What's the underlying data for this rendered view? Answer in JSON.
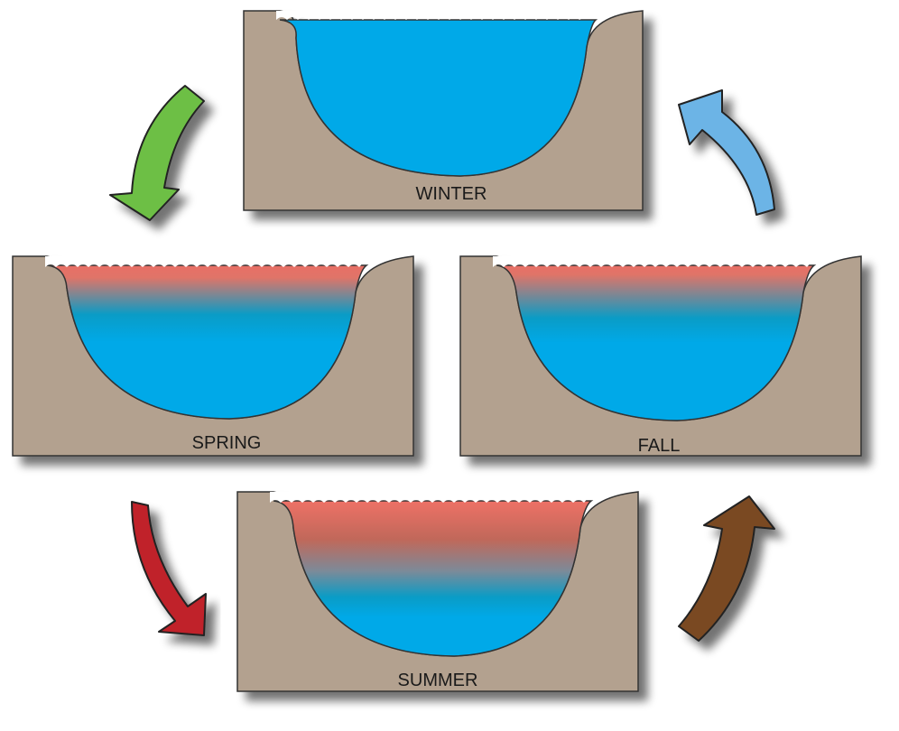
{
  "colors": {
    "ground": "#b3a18f",
    "outline": "#333333",
    "cold_water": "#00a9e8",
    "deep_water": "#0a9cc6",
    "warm_water": "#e86f66",
    "mid_water": "#c0685a",
    "arrow_green": "#6dbf44",
    "arrow_red": "#c0202a",
    "arrow_brown": "#7a4a22",
    "arrow_blue": "#6cb4e6"
  },
  "seasons": {
    "winter": {
      "label": "WINTER",
      "warm_layer_fraction": 0.0
    },
    "spring": {
      "label": "SPRING",
      "warm_layer_fraction": 0.25
    },
    "summer": {
      "label": "SUMMER",
      "warm_layer_fraction": 0.55
    },
    "fall": {
      "label": "FALL",
      "warm_layer_fraction": 0.25
    }
  },
  "cycle": [
    {
      "from": "winter",
      "to": "spring",
      "arrow_color": "arrow_green"
    },
    {
      "from": "spring",
      "to": "summer",
      "arrow_color": "arrow_red"
    },
    {
      "from": "summer",
      "to": "fall",
      "arrow_color": "arrow_brown"
    },
    {
      "from": "fall",
      "to": "winter",
      "arrow_color": "arrow_blue"
    }
  ]
}
